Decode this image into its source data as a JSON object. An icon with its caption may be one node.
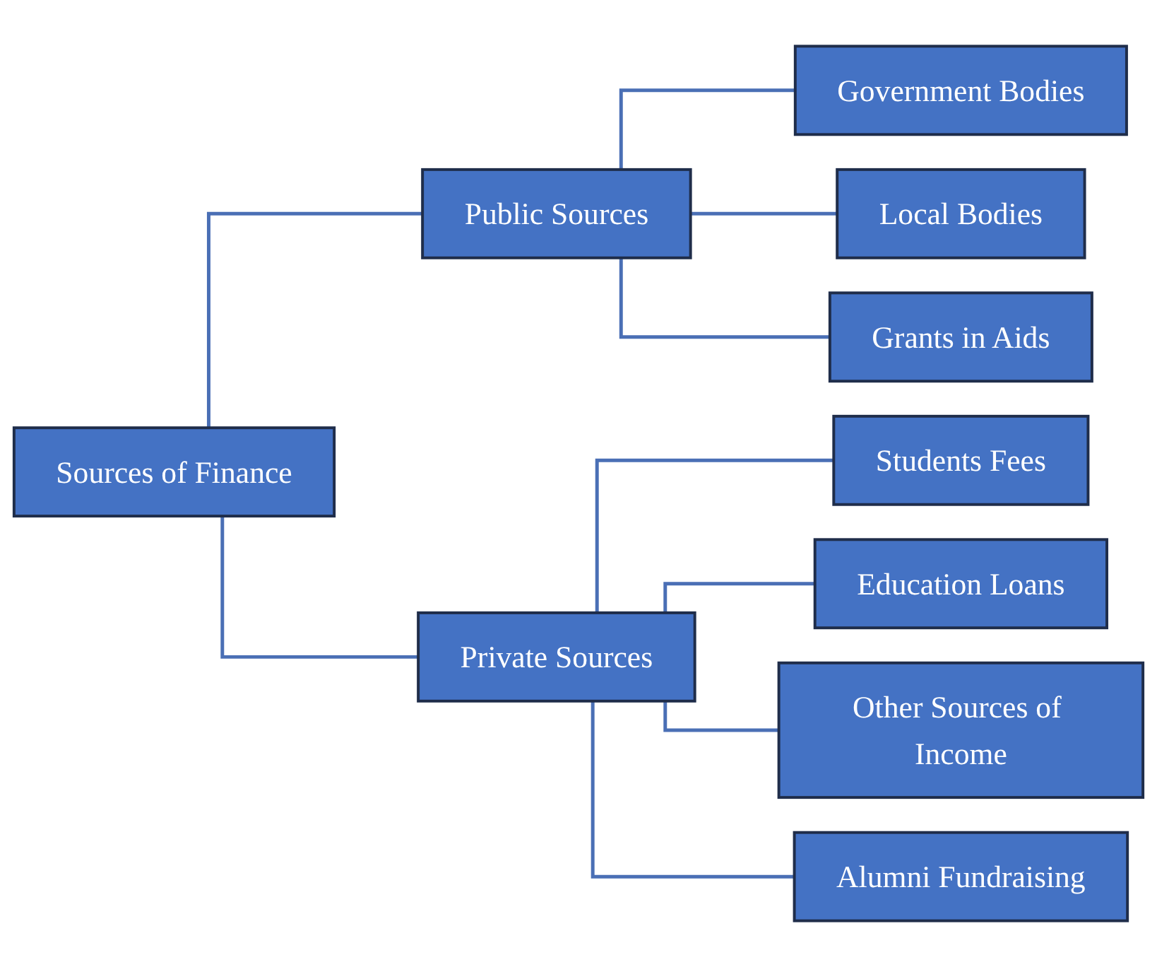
{
  "diagram": {
    "nodes": [
      {
        "text": [
          "Sources of Finance"
        ]
      },
      {
        "text": [
          "Public Sources"
        ]
      },
      {
        "text": [
          "Private Sources"
        ]
      },
      {
        "text": [
          "Government Bodies"
        ]
      },
      {
        "text": [
          "Local Bodies"
        ]
      },
      {
        "text": [
          "Grants in Aids"
        ]
      },
      {
        "text": [
          "Students Fees"
        ]
      },
      {
        "text": [
          "Education Loans"
        ]
      },
      {
        "text": [
          "Other Sources of Income"
        ]
      },
      {
        "text": [
          "Alumni Fundraising"
        ]
      }
    ],
    "edges": [
      {
        "from": 0,
        "to": 1,
        "arrow": "none"
      },
      {
        "from": 0,
        "to": 2,
        "arrow": "none"
      },
      {
        "from": 1,
        "to": 3,
        "arrow": "none"
      },
      {
        "from": 1,
        "to": 4,
        "arrow": "none"
      },
      {
        "from": 1,
        "to": 5,
        "arrow": "none"
      },
      {
        "from": 2,
        "to": 6,
        "arrow": "none"
      },
      {
        "from": 2,
        "to": 7,
        "arrow": "none"
      },
      {
        "from": 2,
        "to": 8,
        "arrow": "none"
      },
      {
        "from": 2,
        "to": 9,
        "arrow": "none"
      }
    ]
  }
}
